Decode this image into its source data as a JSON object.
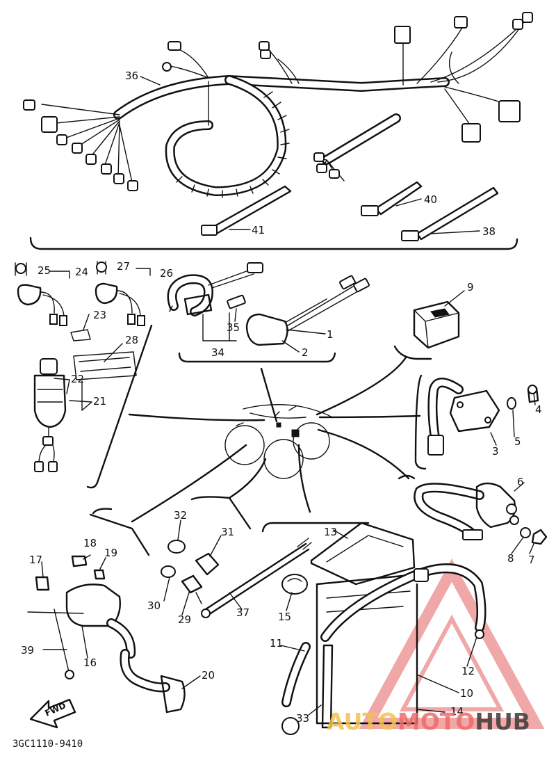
{
  "diagram": {
    "part_code": "3GC1110-9410",
    "fwd_label": "FWD",
    "callouts": {
      "1": "1",
      "2": "2",
      "3": "3",
      "4": "4",
      "5": "5",
      "6": "6",
      "7": "7",
      "8": "8",
      "9": "9",
      "10": "10",
      "11": "11",
      "12": "12",
      "13": "13",
      "14": "14",
      "15": "15",
      "16": "16",
      "17": "17",
      "18": "18",
      "19": "19",
      "20": "20",
      "21": "21",
      "22": "22",
      "23": "23",
      "24": "24",
      "25": "25",
      "26": "26",
      "27": "27",
      "28": "28",
      "29": "29",
      "30": "30",
      "31": "31",
      "32": "32",
      "33": "33",
      "34": "34",
      "35": "35",
      "36": "36",
      "37": "37",
      "38": "38",
      "39": "39",
      "40": "40",
      "41": "41"
    }
  },
  "watermark": {
    "part_a": "AUTO",
    "part_b": "MOTO",
    "part_c": "HUB",
    "colors": {
      "a": "#f4c150",
      "b": "#ef6b6b",
      "c": "#3a3a3a"
    }
  }
}
